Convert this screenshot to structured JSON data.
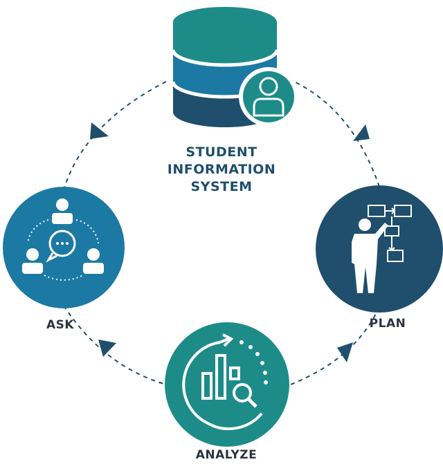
{
  "diagram": {
    "type": "cycle",
    "center_node": {
      "label_lines": [
        "STUDENT",
        "INFORMATION",
        "SYSTEM"
      ],
      "icon": "database-user-icon"
    },
    "nodes": [
      {
        "id": "ask",
        "label": "ASK",
        "icon": "group-conversation-icon",
        "color": "#1c79a4"
      },
      {
        "id": "analyze",
        "label": "ANALYZE",
        "icon": "bar-chart-magnifier-icon",
        "color": "#1d8c89"
      },
      {
        "id": "plan",
        "label": "PLAN",
        "icon": "person-flowchart-icon",
        "color": "#1f4f6c"
      }
    ],
    "connector": {
      "style": "dashed",
      "direction": "clockwise"
    }
  },
  "colors": {
    "teal": "#1d8c89",
    "blue": "#1c79a4",
    "navy": "#1f4f6c",
    "text": "#2d3340"
  }
}
